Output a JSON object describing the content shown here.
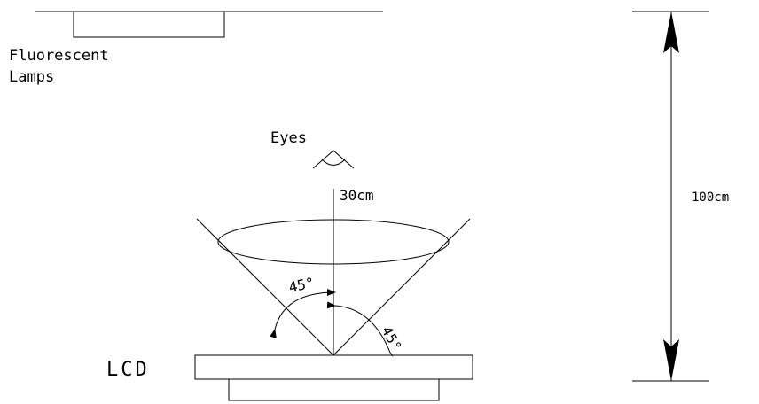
{
  "labels": {
    "lamps_line1": "Fluorescent",
    "lamps_line2": "Lamps",
    "eyes": "Eyes",
    "distance": "30cm",
    "height": "100cm",
    "lcd": "LCD",
    "angle_left": "45°",
    "angle_right": "45°"
  },
  "colors": {
    "stroke": "#000000",
    "background": "#ffffff"
  }
}
